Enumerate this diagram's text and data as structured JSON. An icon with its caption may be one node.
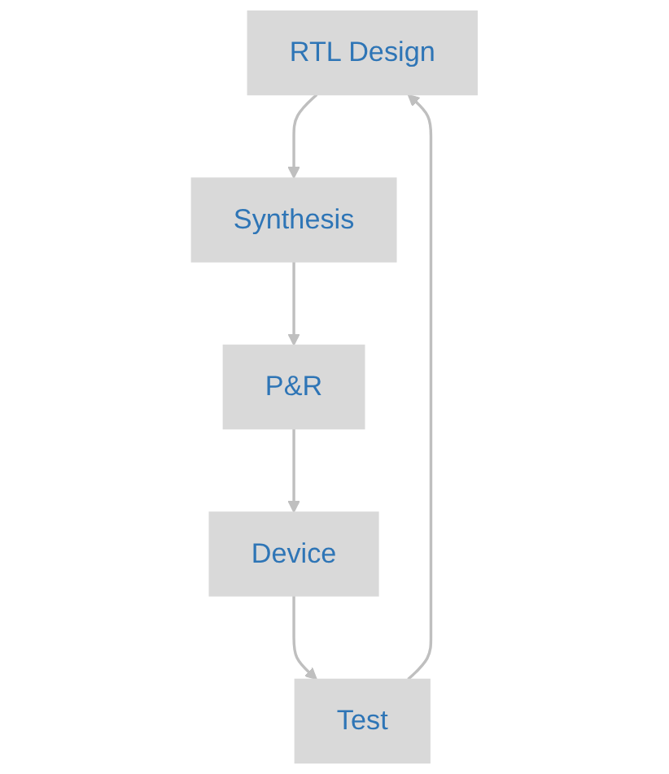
{
  "diagram": {
    "nodes": [
      {
        "text": [
          "RTL Design"
        ]
      },
      {
        "text": [
          "Synthesis"
        ]
      },
      {
        "text": [
          "P&R"
        ]
      },
      {
        "text": [
          "Device"
        ]
      },
      {
        "text": [
          "Test"
        ]
      }
    ],
    "edges": [
      {
        "from": 0,
        "to": 1,
        "arrow": "to"
      },
      {
        "from": 1,
        "to": 2,
        "arrow": "to"
      },
      {
        "from": 2,
        "to": 3,
        "arrow": "to"
      },
      {
        "from": 3,
        "to": 4,
        "arrow": "to"
      },
      {
        "from": 4,
        "to": 0,
        "arrow": "to"
      }
    ]
  }
}
